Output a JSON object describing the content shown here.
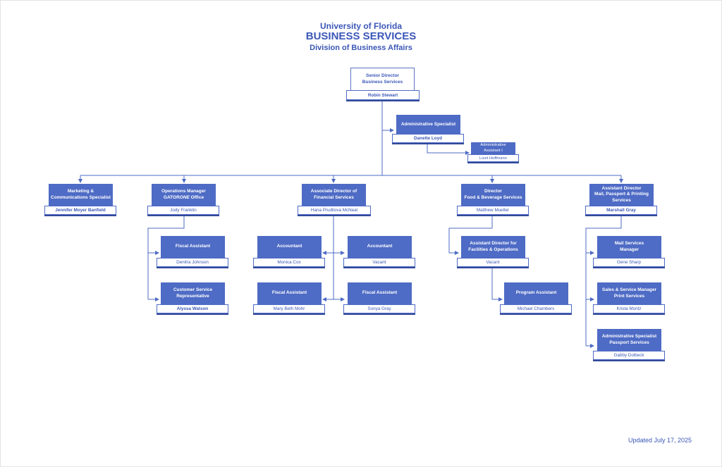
{
  "header": {
    "title_line1": "University of Florida",
    "title_line2": "BUSINESS SERVICES",
    "title_line3": "Division of Business Affairs"
  },
  "footer": {
    "updated": "Updated July 17, 2025"
  },
  "colors": {
    "box_fill": "#4e6bc5",
    "box_shadow": "#324a99",
    "text_blue": "#3b57b8",
    "line": "#4e6bc5"
  },
  "org": {
    "senior_director": {
      "title": "Senior Director\nBusiness Services",
      "name": "Robin Stewart"
    },
    "admin_specialist": {
      "title": "Administrative Specialist",
      "name": "Danette Loyd"
    },
    "admin_assistant": {
      "title": "Administrative\nAssistant I",
      "name": "Lizet Hoffmann"
    },
    "marketing": {
      "title": "Marketing &\nCommunications Specialist",
      "name": "Jennifer Moyer Banfield"
    },
    "ops_manager": {
      "title_line1": "Operations Manager",
      "title_line2_pre": "GATOR",
      "title_line2_em": "ONE",
      "title_line2_post": " Office",
      "name": "Jody Franklin"
    },
    "ops_fiscal_assistant": {
      "title": "Fiscal Assistant",
      "name": "Denitra Johnson"
    },
    "ops_customer_service": {
      "title": "Customer Service\nRepresentative",
      "name": "Alyssa Watson"
    },
    "assoc_director_finance": {
      "title": "Associate Director of\nFinancial Services",
      "name": "Hana Prudilova McNeal"
    },
    "accountant_1": {
      "title": "Accountant",
      "name": "Monica Cox"
    },
    "accountant_2": {
      "title": "Accountant",
      "name": "Vacant"
    },
    "fin_fiscal_assistant_1": {
      "title": "Fiscal Assistant",
      "name": "Mary Beth Mohr"
    },
    "fin_fiscal_assistant_2": {
      "title": "Fiscal Assistant",
      "name": "Sonya Gray"
    },
    "director_food": {
      "title": "Director\nFood & Beverage Services",
      "name": "Matthew Mueller"
    },
    "asst_director_facilities": {
      "title": "Assistant Director for\nFacilities & Operations",
      "name": "Vacant"
    },
    "program_assistant": {
      "title": "Program Assistant",
      "name": "Michael Chambers"
    },
    "asst_director_mail": {
      "title": "Assistant Director\nMail, Passport & Printing\nServices",
      "name": "Marshall Gray"
    },
    "mail_services_manager": {
      "title": "Mail Services\nManager",
      "name": "Gene Sharp"
    },
    "sales_service_manager": {
      "title": "Sales & Service Manager\nPrint Services",
      "name": "Krista Moritz"
    },
    "admin_specialist_passport": {
      "title": "Administrative Specialist\nPassport Services",
      "name": "Gabby Dolbeck"
    }
  }
}
